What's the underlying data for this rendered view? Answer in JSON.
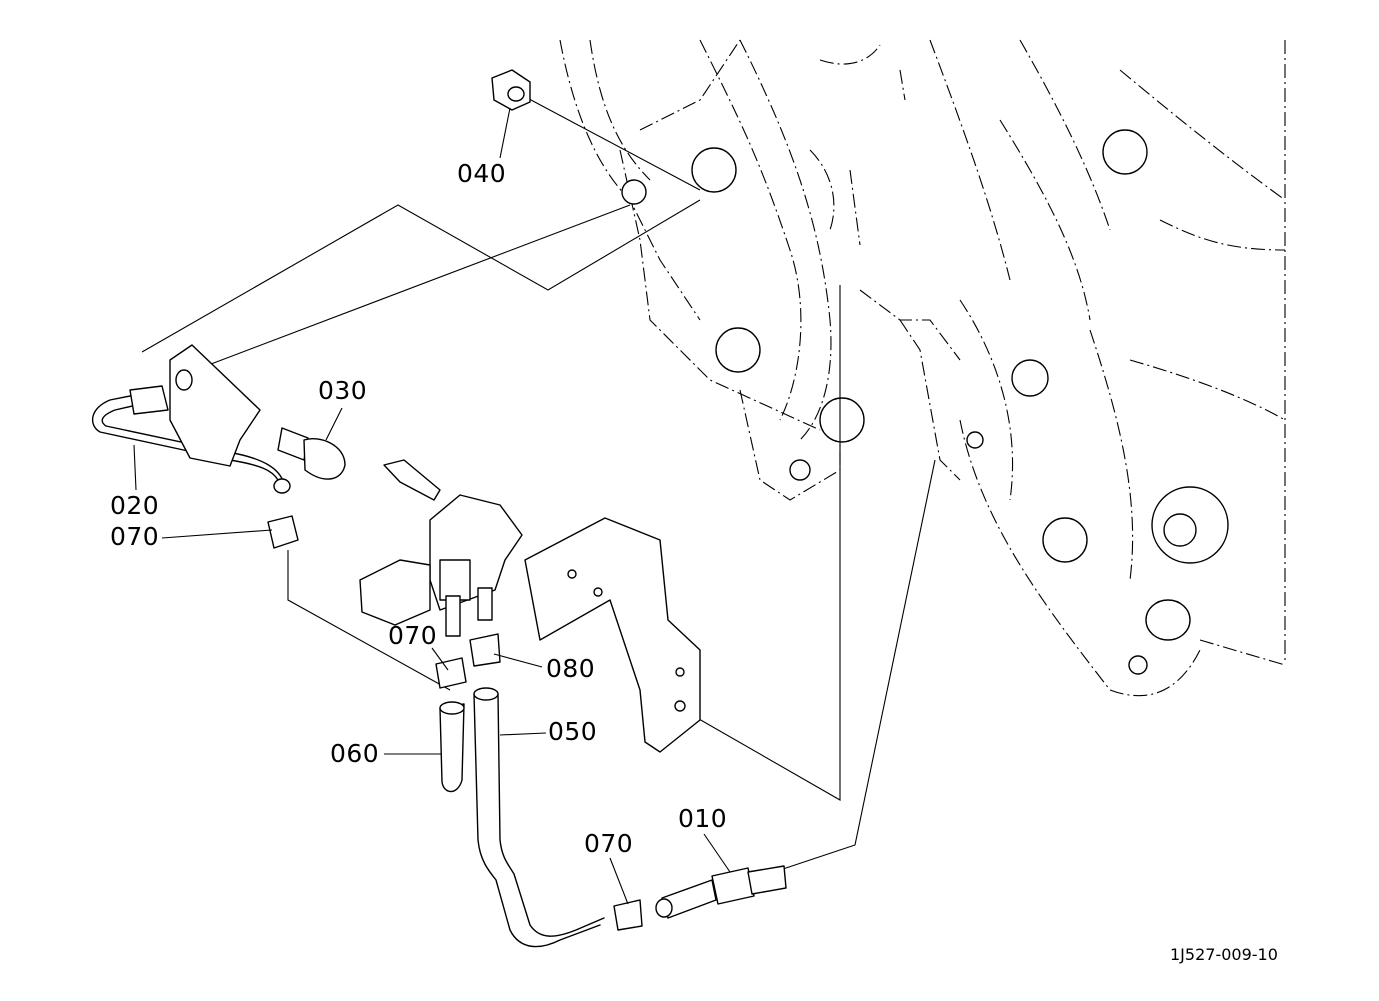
{
  "diagram_code": "1J527-009-10",
  "parts": [
    {
      "id": "p010",
      "label": "010"
    },
    {
      "id": "p020",
      "label": "020"
    },
    {
      "id": "p030",
      "label": "030"
    },
    {
      "id": "p040",
      "label": "040"
    },
    {
      "id": "p050",
      "label": "050"
    },
    {
      "id": "p060",
      "label": "060"
    },
    {
      "id": "p070a",
      "label": "070"
    },
    {
      "id": "p070b",
      "label": "070"
    },
    {
      "id": "p070c",
      "label": "070"
    },
    {
      "id": "p080",
      "label": "080"
    }
  ]
}
